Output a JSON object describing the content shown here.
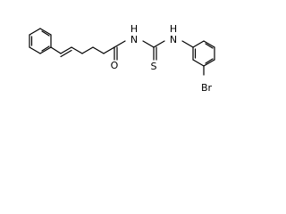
{
  "molecule": {
    "atom_labels": {
      "nh_left": "N",
      "h_left": "H",
      "nh_right": "N",
      "h_right": "H",
      "oxygen": "O",
      "sulfur": "S",
      "bromine": "Br"
    }
  }
}
